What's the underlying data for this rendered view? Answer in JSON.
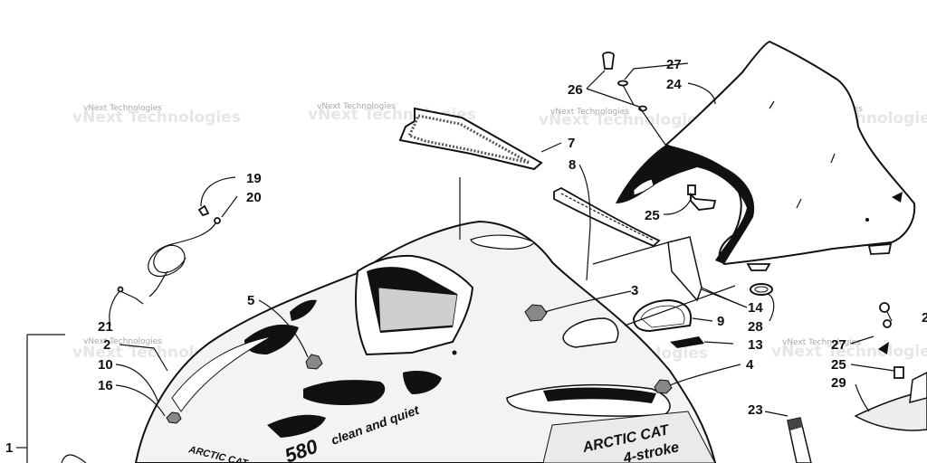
{
  "callouts": {
    "c1": "1",
    "c2": "2",
    "c3": "3",
    "c4": "4",
    "c5": "5",
    "c7": "7",
    "c8": "8",
    "c9": "9",
    "c10": "10",
    "c13": "13",
    "c14": "14",
    "c16": "16",
    "c19": "19",
    "c20": "20",
    "c21": "21",
    "c23": "23",
    "c24": "24",
    "c25a": "25",
    "c25b": "25",
    "c26": "26",
    "c27a": "27",
    "c27b": "27",
    "c28": "28",
    "c29": "29",
    "c2b": "2"
  },
  "watermark": {
    "text": "vNext Technologies"
  },
  "decals": {
    "clean_quiet": "clean and quiet",
    "model": "580",
    "brand_side": "ARCTIC CAT",
    "brand_front": "ARCTIC CAT",
    "engine": "4-stroke"
  }
}
